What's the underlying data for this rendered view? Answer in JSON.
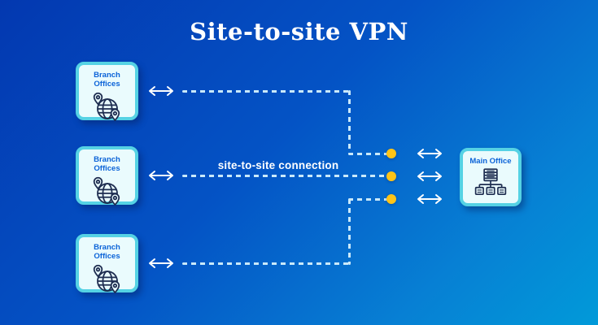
{
  "title": "Site-to-site VPN",
  "diagram": {
    "connection_label": "site-to-site connection",
    "branch_nodes": [
      {
        "label": "Branch Offices",
        "icon": "globe-location-pins-icon"
      },
      {
        "label": "Branch Offices",
        "icon": "globe-location-pins-icon"
      },
      {
        "label": "Branch Offices",
        "icon": "globe-location-pins-icon"
      }
    ],
    "main_node": {
      "label": "Main Office",
      "icon": "office-network-icon"
    },
    "link_icon": "double-arrow-icon",
    "endpoint_marker": "yellow-dot"
  },
  "colors": {
    "background_gradient_start": "#0338b0",
    "background_gradient_end": "#019ad9",
    "node_border": "#55d2e4",
    "node_fill": "#eafbfd",
    "node_label_text": "#0b63d8",
    "icon_stroke": "#1e2d50",
    "dashed_line": "#c9e9fa",
    "endpoint_dot": "#ffc417",
    "arrow": "#ffffff",
    "title_text": "#ffffff"
  }
}
